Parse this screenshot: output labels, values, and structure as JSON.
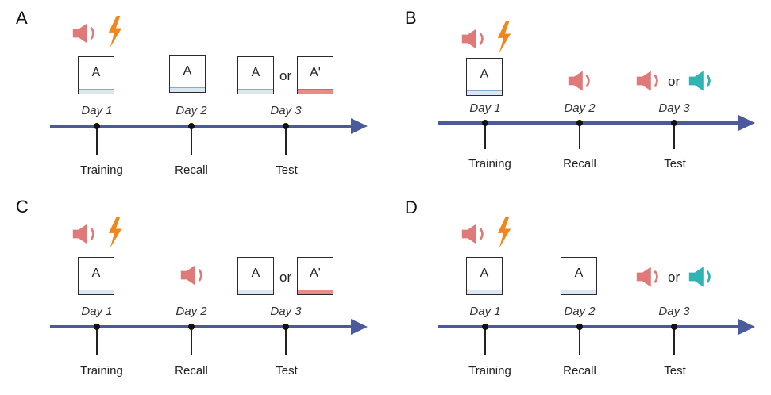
{
  "panels": {
    "A": {
      "label": "A",
      "days": [
        "Day 1",
        "Day 2",
        "Day 3"
      ],
      "phases": [
        "Training",
        "Recall",
        "Test"
      ],
      "context_a": "A",
      "context_a_prime": "A'",
      "or": "or"
    },
    "B": {
      "label": "B",
      "days": [
        "Day 1",
        "Day 2",
        "Day 3"
      ],
      "phases": [
        "Training",
        "Recall",
        "Test"
      ],
      "context_a": "A",
      "or": "or"
    },
    "C": {
      "label": "C",
      "days": [
        "Day 1",
        "Day 2",
        "Day 3"
      ],
      "phases": [
        "Training",
        "Recall",
        "Test"
      ],
      "context_a": "A",
      "context_a_prime": "A'",
      "or": "or"
    },
    "D": {
      "label": "D",
      "days": [
        "Day 1",
        "Day 2",
        "Day 3"
      ],
      "phases": [
        "Training",
        "Recall",
        "Test"
      ],
      "context_a": "A",
      "or": "or"
    }
  },
  "colors": {
    "timeline": "#4a5a9c",
    "tone_conditioned": "#e07a78",
    "tone_novel": "#2fb3b3",
    "shock": "#f0861c",
    "context_bar_same": "#dbe6f5",
    "context_bar_altered": "#e98b88"
  },
  "icons": {
    "tone": "speaker-icon",
    "shock": "lightning-bolt-icon"
  }
}
